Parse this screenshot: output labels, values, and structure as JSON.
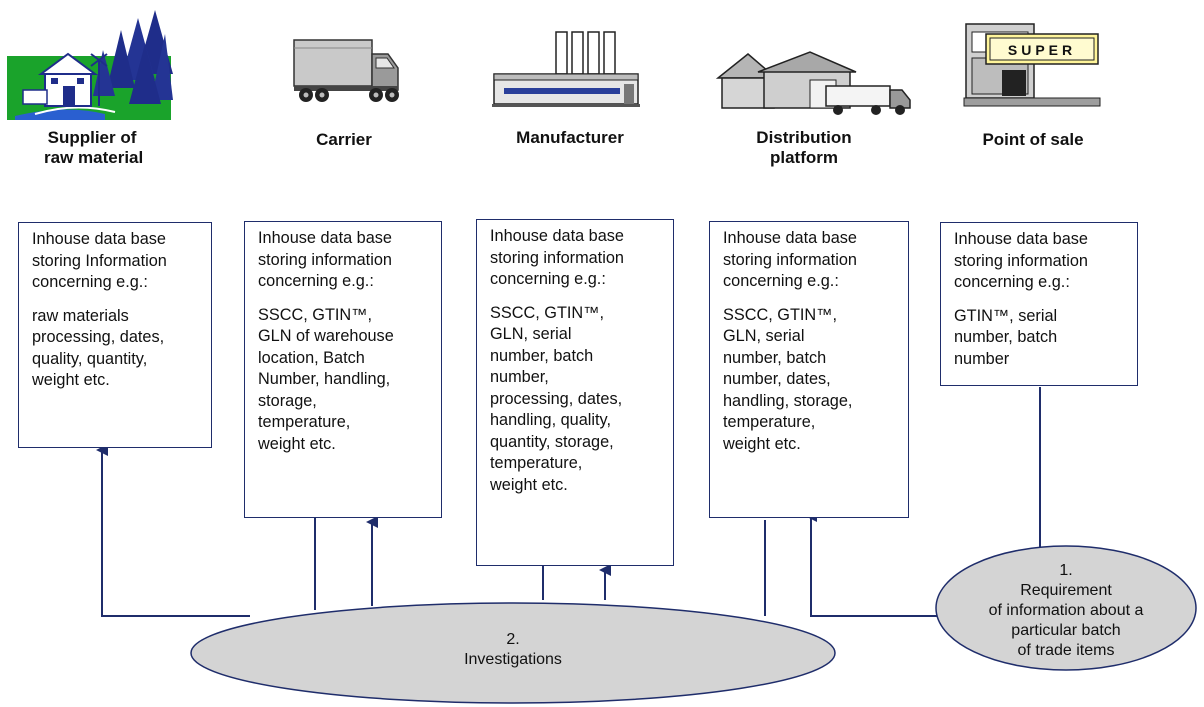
{
  "stages": [
    {
      "id": "supplier",
      "icon": "farm-icon",
      "label_lines": [
        "Supplier of",
        "raw material"
      ]
    },
    {
      "id": "carrier",
      "icon": "truck-icon",
      "label_lines": [
        "Carrier"
      ]
    },
    {
      "id": "manufacturer",
      "icon": "factory-icon",
      "label_lines": [
        "Manufacturer"
      ]
    },
    {
      "id": "distribution",
      "icon": "warehouse-icon",
      "label_lines": [
        "Distribution",
        "platform"
      ]
    },
    {
      "id": "pos",
      "icon": "supermarket-icon",
      "label_lines": [
        "Point of sale"
      ]
    }
  ],
  "store_sign": "SUPER",
  "databases": [
    {
      "head": [
        "Inhouse data base",
        "storing Information",
        "concerning e.g.:"
      ],
      "items": [
        "raw materials",
        "processing, dates,",
        "quality, quantity,",
        "weight etc."
      ]
    },
    {
      "head": [
        "Inhouse data base",
        "storing information",
        "concerning e.g.:"
      ],
      "items": [
        "SSCC, GTIN™,",
        "GLN of warehouse",
        "location, Batch",
        "Number, handling,",
        "storage,",
        "temperature,",
        "weight etc."
      ]
    },
    {
      "head": [
        "Inhouse data base",
        "storing information",
        "concerning e.g.:"
      ],
      "items": [
        "SSCC, GTIN™,",
        "GLN, serial",
        "number, batch",
        "number,",
        "processing, dates,",
        "handling, quality,",
        "quantity, storage,",
        "temperature,",
        "weight etc."
      ]
    },
    {
      "head": [
        "Inhouse data base",
        "storing information",
        "concerning e.g.:"
      ],
      "items": [
        "SSCC, GTIN™,",
        "GLN, serial",
        "number, batch",
        "number, dates,",
        "handling, storage,",
        "temperature,",
        "weight etc."
      ]
    },
    {
      "head": [
        "Inhouse data base",
        "storing information",
        "concerning e.g.:"
      ],
      "items": [
        "GTIN™, serial",
        "number, batch",
        "number"
      ]
    }
  ],
  "investigations": {
    "lines": [
      "2.",
      "Investigations"
    ]
  },
  "requirement": {
    "lines": [
      "1.",
      "Requirement",
      "of information about a",
      "particular batch",
      "of trade items"
    ]
  },
  "colors": {
    "line": "#1f2d6b",
    "ellipse_fill": "#d4d4d4",
    "ellipse_stroke": "#1f2d6b",
    "grass": "#1aa32b",
    "tree": "#1f2d8a"
  }
}
